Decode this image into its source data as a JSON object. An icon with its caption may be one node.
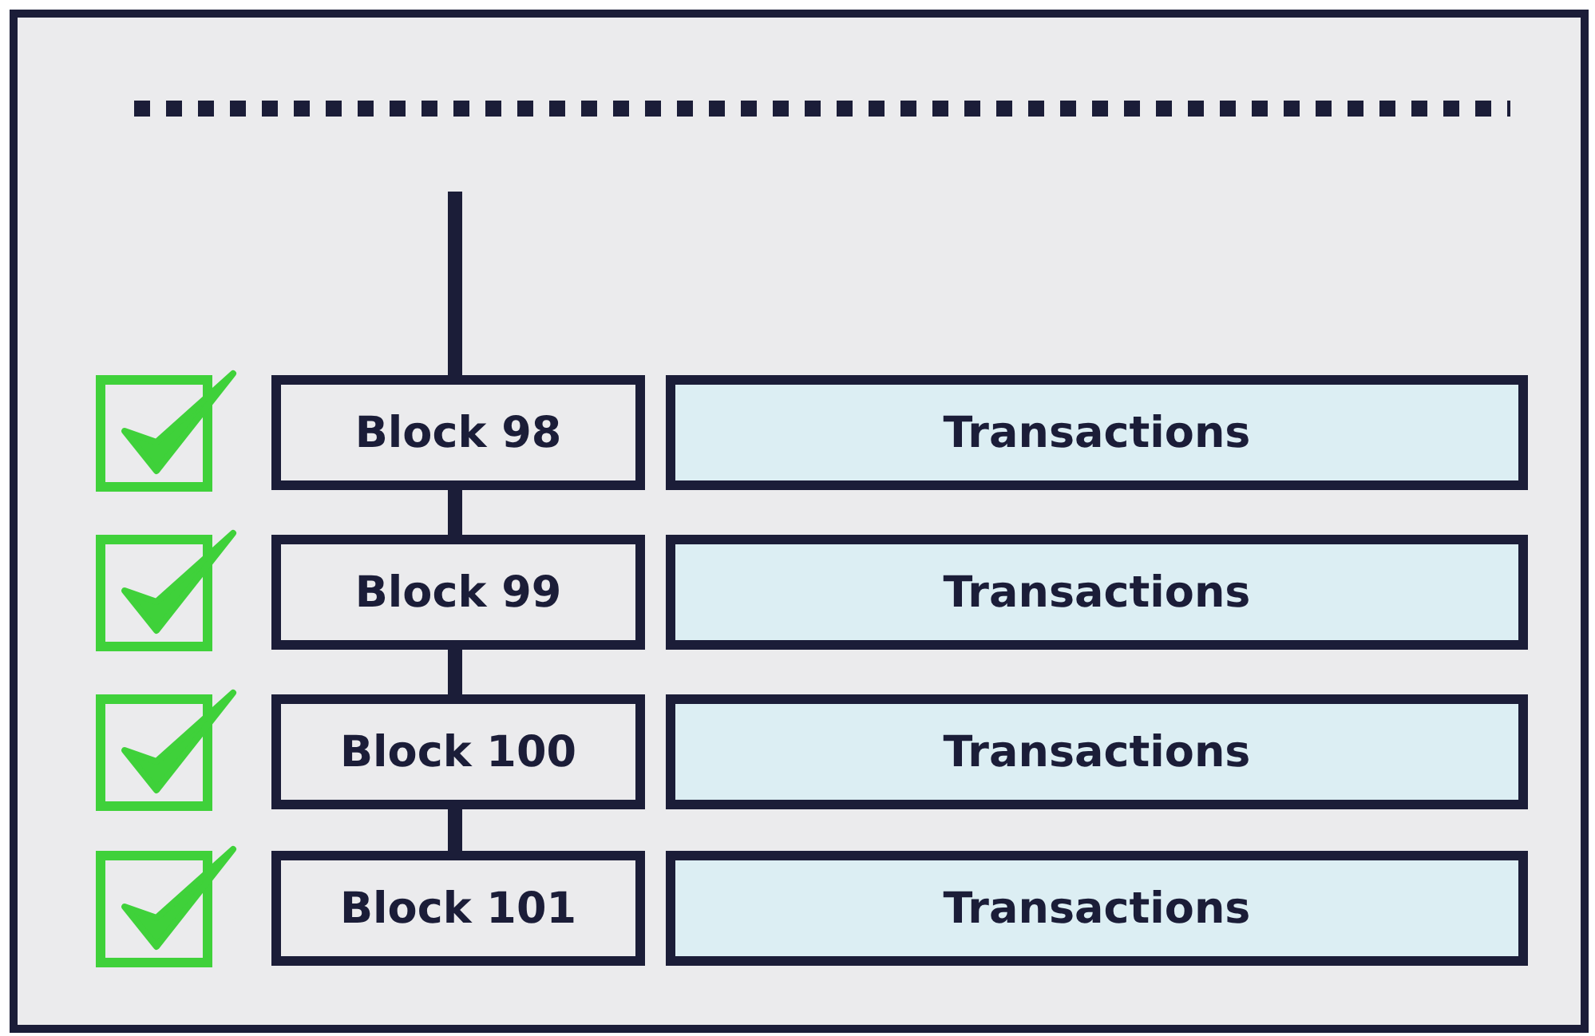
{
  "diagram": {
    "nodes": [
      {
        "text": [
          "Block 98"
        ]
      },
      {
        "text": [
          "Block 99"
        ]
      },
      {
        "text": [
          "Block 100"
        ]
      },
      {
        "text": [
          "Block 101"
        ]
      },
      {
        "text": [
          "Transactions"
        ]
      },
      {
        "text": [
          "Transactions"
        ]
      },
      {
        "text": [
          "Transactions"
        ]
      },
      {
        "text": [
          "Transactions"
        ]
      }
    ],
    "edges": [
      {
        "from": null,
        "to": 0,
        "arrow": "none"
      },
      {
        "from": 0,
        "to": 1,
        "arrow": "none"
      },
      {
        "from": 1,
        "to": 2,
        "arrow": "none"
      },
      {
        "from": 2,
        "to": 3,
        "arrow": "none"
      }
    ]
  }
}
